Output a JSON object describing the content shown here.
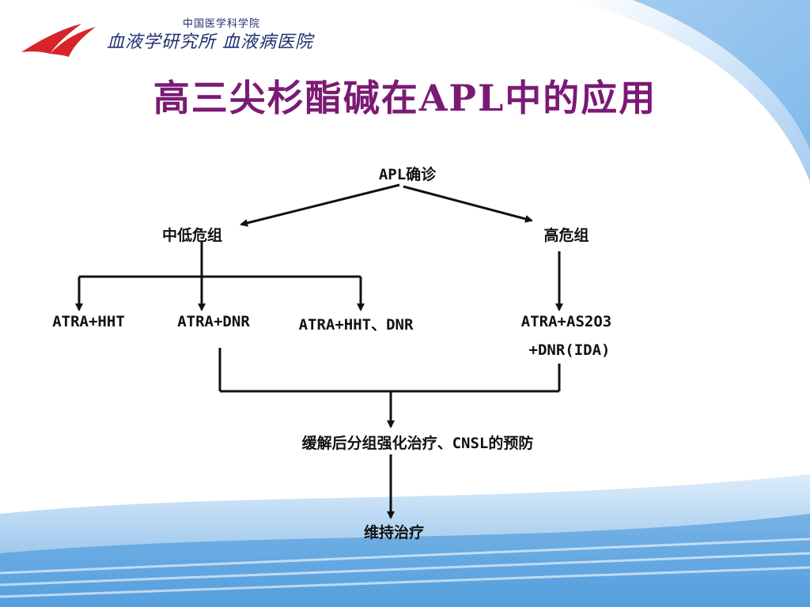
{
  "header": {
    "institute_line1": "中国医学科学院",
    "institute_line2": "血液学研究所 血液病医院"
  },
  "title": "高三尖杉酯碱在APL中的应用",
  "colors": {
    "title": "#7b1a74",
    "logo_red": "#d8232a",
    "wave_blue": "#3b8fd8",
    "line": "#111111"
  },
  "flow": {
    "diagnosis": "APL确诊",
    "low_mid_risk": "中低危组",
    "high_risk": "高危组",
    "t1": "ATRA+HHT",
    "t2": "ATRA+DNR",
    "t3": "ATRA+HHT、DNR",
    "t4_line1": "ATRA+AS2O3",
    "t4_line2": "+DNR(IDA)",
    "post_remission": "缓解后分组强化治疗、CNSL的预防",
    "maintenance": "维持治疗"
  }
}
